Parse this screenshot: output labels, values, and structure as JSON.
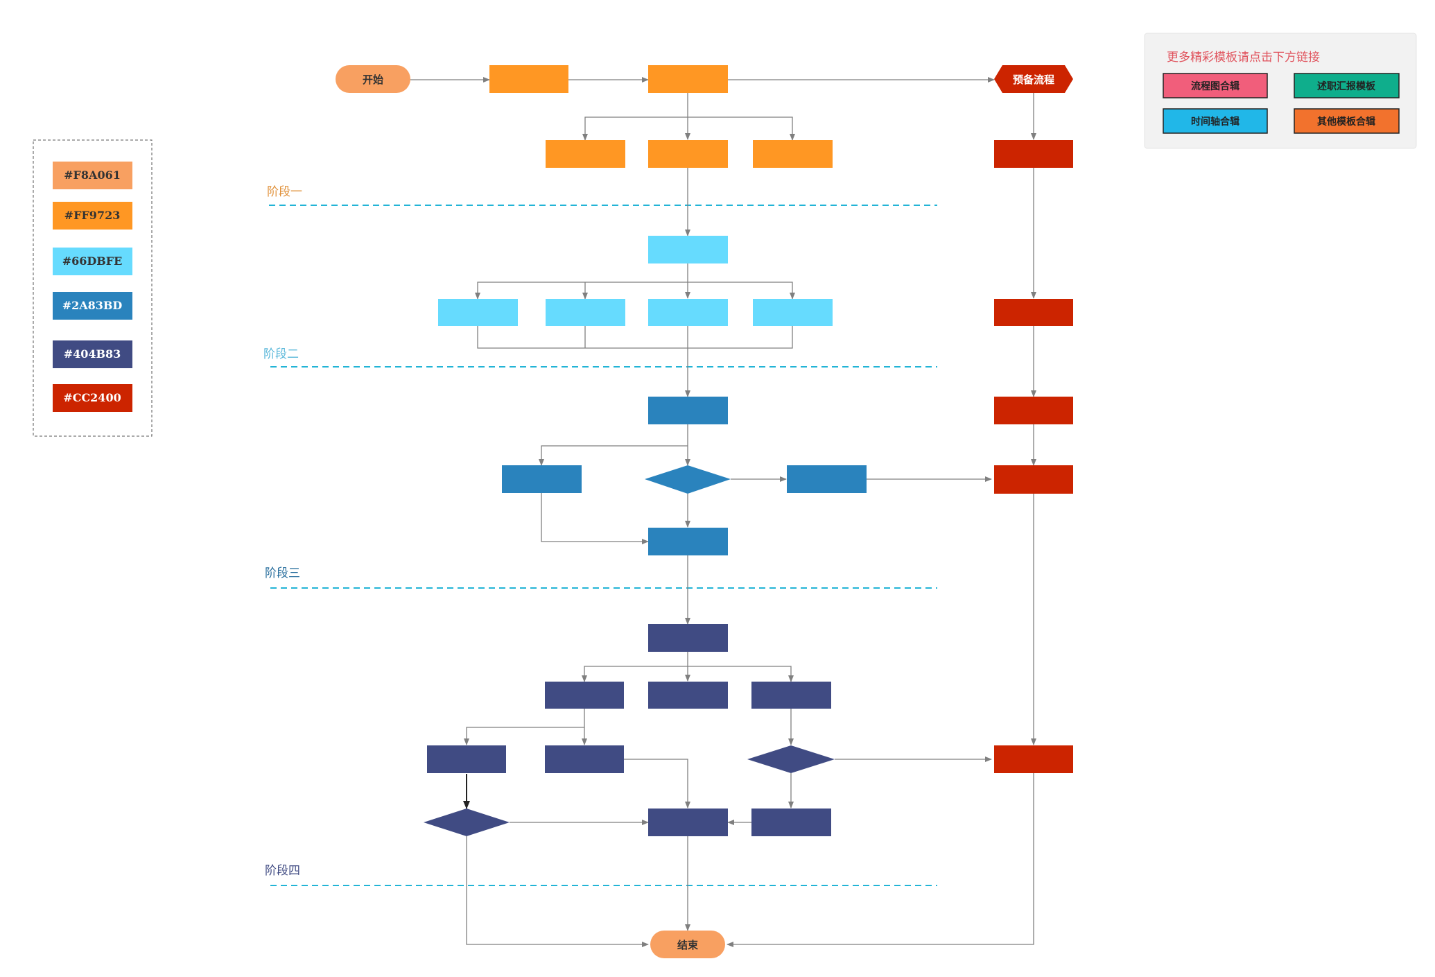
{
  "colors": {
    "f8a061": "#F8A061",
    "ff9723": "#FF9723",
    "sky": "#66DBFE",
    "blue": "#2A83BD",
    "navy": "#404B83",
    "red": "#CC2400",
    "line": "#7f7f7f",
    "dash": "#22B4D6",
    "link_pink": "#F15E7B",
    "link_teal": "#0FAE8C",
    "link_cyan": "#21B7E8",
    "link_orange": "#F2722D",
    "panel_title": "#E0525C"
  },
  "legend": {
    "swatches": [
      {
        "label": "#F8A061",
        "color": "#F8A061",
        "text_color": "#333333"
      },
      {
        "label": "#FF9723",
        "color": "#FF9723",
        "text_color": "#333333"
      },
      {
        "label": "#66DBFE",
        "color": "#66DBFE",
        "text_color": "#333333"
      },
      {
        "label": "#2A83BD",
        "color": "#2A83BD",
        "text_color": "#ffffff"
      },
      {
        "label": "#404B83",
        "color": "#404B83",
        "text_color": "#ffffff"
      },
      {
        "label": "#CC2400",
        "color": "#CC2400",
        "text_color": "#ffffff"
      }
    ]
  },
  "flow": {
    "start_label": "开始",
    "end_label": "结束",
    "backup_label": "预备流程",
    "stages": [
      {
        "label": "阶段一",
        "color": "#E0913A"
      },
      {
        "label": "阶段二",
        "color": "#5BB8DA"
      },
      {
        "label": "阶段三",
        "color": "#2A6F9E"
      },
      {
        "label": "阶段四",
        "color": "#404B83"
      }
    ]
  },
  "links_panel": {
    "title": "更多精彩模板请点击下方链接",
    "links": [
      {
        "label": "流程图合辑",
        "color": "#F15E7B"
      },
      {
        "label": "述职汇报模板",
        "color": "#0FAE8C"
      },
      {
        "label": "时间轴合辑",
        "color": "#21B7E8"
      },
      {
        "label": "其他模板合辑",
        "color": "#F2722D"
      }
    ]
  }
}
